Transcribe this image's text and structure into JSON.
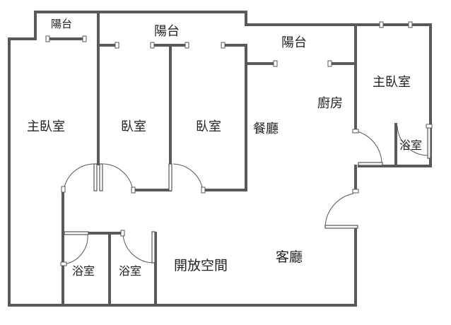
{
  "plan": {
    "wall_color": "#595959",
    "rooms": {
      "balcony_left": "陽台",
      "balcony_mid": "陽台",
      "balcony_right": "陽台",
      "master_bedroom_left": "主臥室",
      "bedroom_1": "臥室",
      "bedroom_2": "臥室",
      "dining": "餐廳",
      "kitchen": "廚房",
      "master_bedroom_right": "主臥室",
      "bath_right": "浴室",
      "bath_left_1": "浴室",
      "bath_left_2": "浴室",
      "open_space": "開放空間",
      "living_room": "客廳"
    }
  }
}
